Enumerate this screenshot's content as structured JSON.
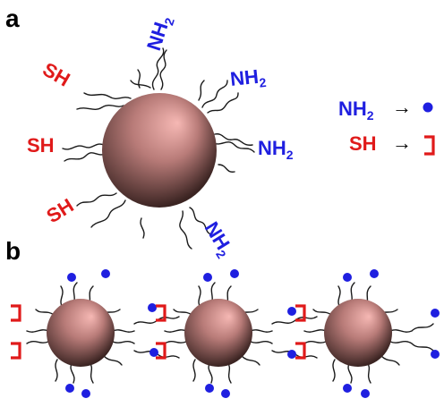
{
  "colors": {
    "amine": "#1f1fe0",
    "thiol": "#e01a1a",
    "particle_light": "#f6b8b4",
    "particle_mid": "#b87b78",
    "particle_dark": "#3b2422",
    "chain": "#1a1a1a"
  },
  "panel_a": {
    "label": "a",
    "amine_labels": [
      "NH",
      "NH",
      "NH",
      "NH"
    ],
    "amine_subscript": "2",
    "thiol_labels": [
      "SH",
      "SH",
      "SH"
    ]
  },
  "legend": {
    "amine_text": "NH",
    "amine_subscript": "2",
    "amine_arrow": "→",
    "amine_symbol": "blue-dot-icon",
    "thiol_text": "SH",
    "thiol_arrow": "→",
    "thiol_symbol": "red-bracket-icon"
  },
  "panel_b": {
    "label": "b",
    "particle_count": 3
  }
}
